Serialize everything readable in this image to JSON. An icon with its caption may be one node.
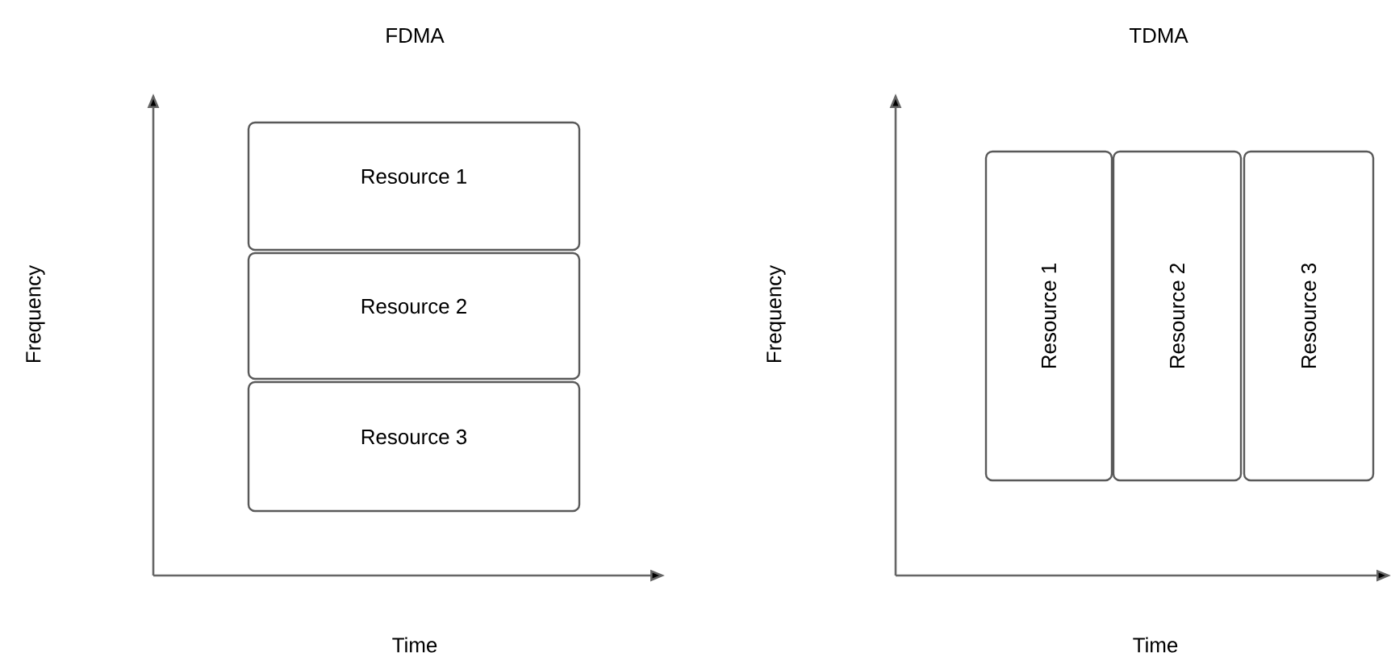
{
  "diagram": {
    "nodes": [
      {
        "text": [
          "Resource 1"
        ]
      },
      {
        "text": [
          "Resource 2"
        ]
      },
      {
        "text": [
          "Resource 3"
        ]
      },
      {
        "text": [
          "Resource 1"
        ]
      },
      {
        "text": [
          "Resource 2"
        ]
      },
      {
        "text": [
          "Resource 3"
        ]
      }
    ],
    "labels": [
      "FDMA",
      "TDMA",
      "Frequency",
      "Frequency",
      "Time",
      "Time"
    ]
  }
}
